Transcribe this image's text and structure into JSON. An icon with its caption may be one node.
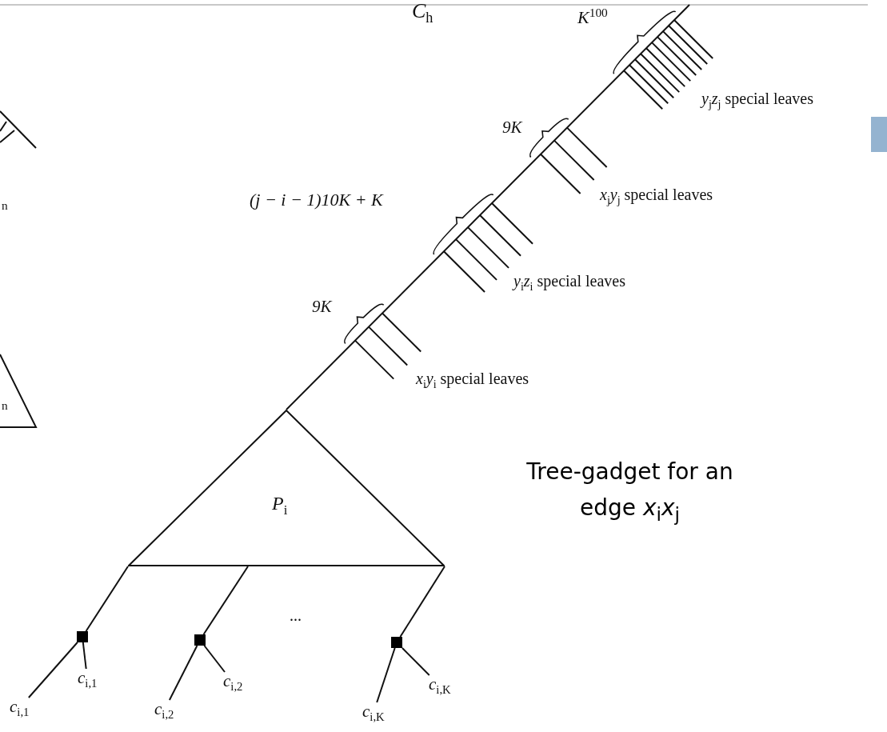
{
  "diagram": {
    "caption": "Tree-gadget for an edge *x*$_{i}$*x*$_{j}$",
    "nodes": [
      {
        "text": [
          "*P*$_{i}$"
        ]
      },
      {
        "text": [],
        "shape": "box"
      },
      {
        "text": [],
        "shape": "box"
      },
      {
        "text": [],
        "shape": "box"
      },
      {
        "text": [
          "*c*$_{i,1}$"
        ]
      },
      {
        "text": [
          "*c*$_{i,1}$"
        ]
      },
      {
        "text": [
          "*c*$_{i,2}$"
        ]
      },
      {
        "text": [
          "*c*$_{i,2}$"
        ]
      },
      {
        "text": [
          "*c*$_{i,K}$"
        ]
      },
      {
        "text": [
          "*c*$_{i,K}$"
        ]
      }
    ],
    "edges": [
      {
        "from": 0,
        "to": 1,
        "arrow": "none"
      },
      {
        "from": 0,
        "to": 2,
        "arrow": "none"
      },
      {
        "from": 0,
        "to": 3,
        "arrow": "none"
      },
      {
        "from": 1,
        "to": 4,
        "arrow": "none"
      },
      {
        "from": 1,
        "to": 5,
        "arrow": "none"
      },
      {
        "from": 2,
        "to": 6,
        "arrow": "none"
      },
      {
        "from": 2,
        "to": 7,
        "arrow": "none"
      },
      {
        "from": 3,
        "to": 8,
        "arrow": "none"
      },
      {
        "from": 3,
        "to": 9,
        "arrow": "none"
      },
      {
        "from": 0,
        "to": null,
        "arrow": "none"
      }
    ],
    "labels": [
      "*C*$_{h}$",
      "*K*$^{100}$",
      "*y*$_{j}$*z*$_{j}$ special leaves",
      "9K",
      "*x*$_{j}$*y*$_{j}$ special leaves",
      "$_{n}$",
      "(j − i − 1)10K + K",
      "*y*$_{i}$*z*$_{i}$ special leaves",
      "9K",
      "*x*$_{i}$*y*$_{i}$ special leaves",
      "$_{n}$",
      "..."
    ]
  }
}
